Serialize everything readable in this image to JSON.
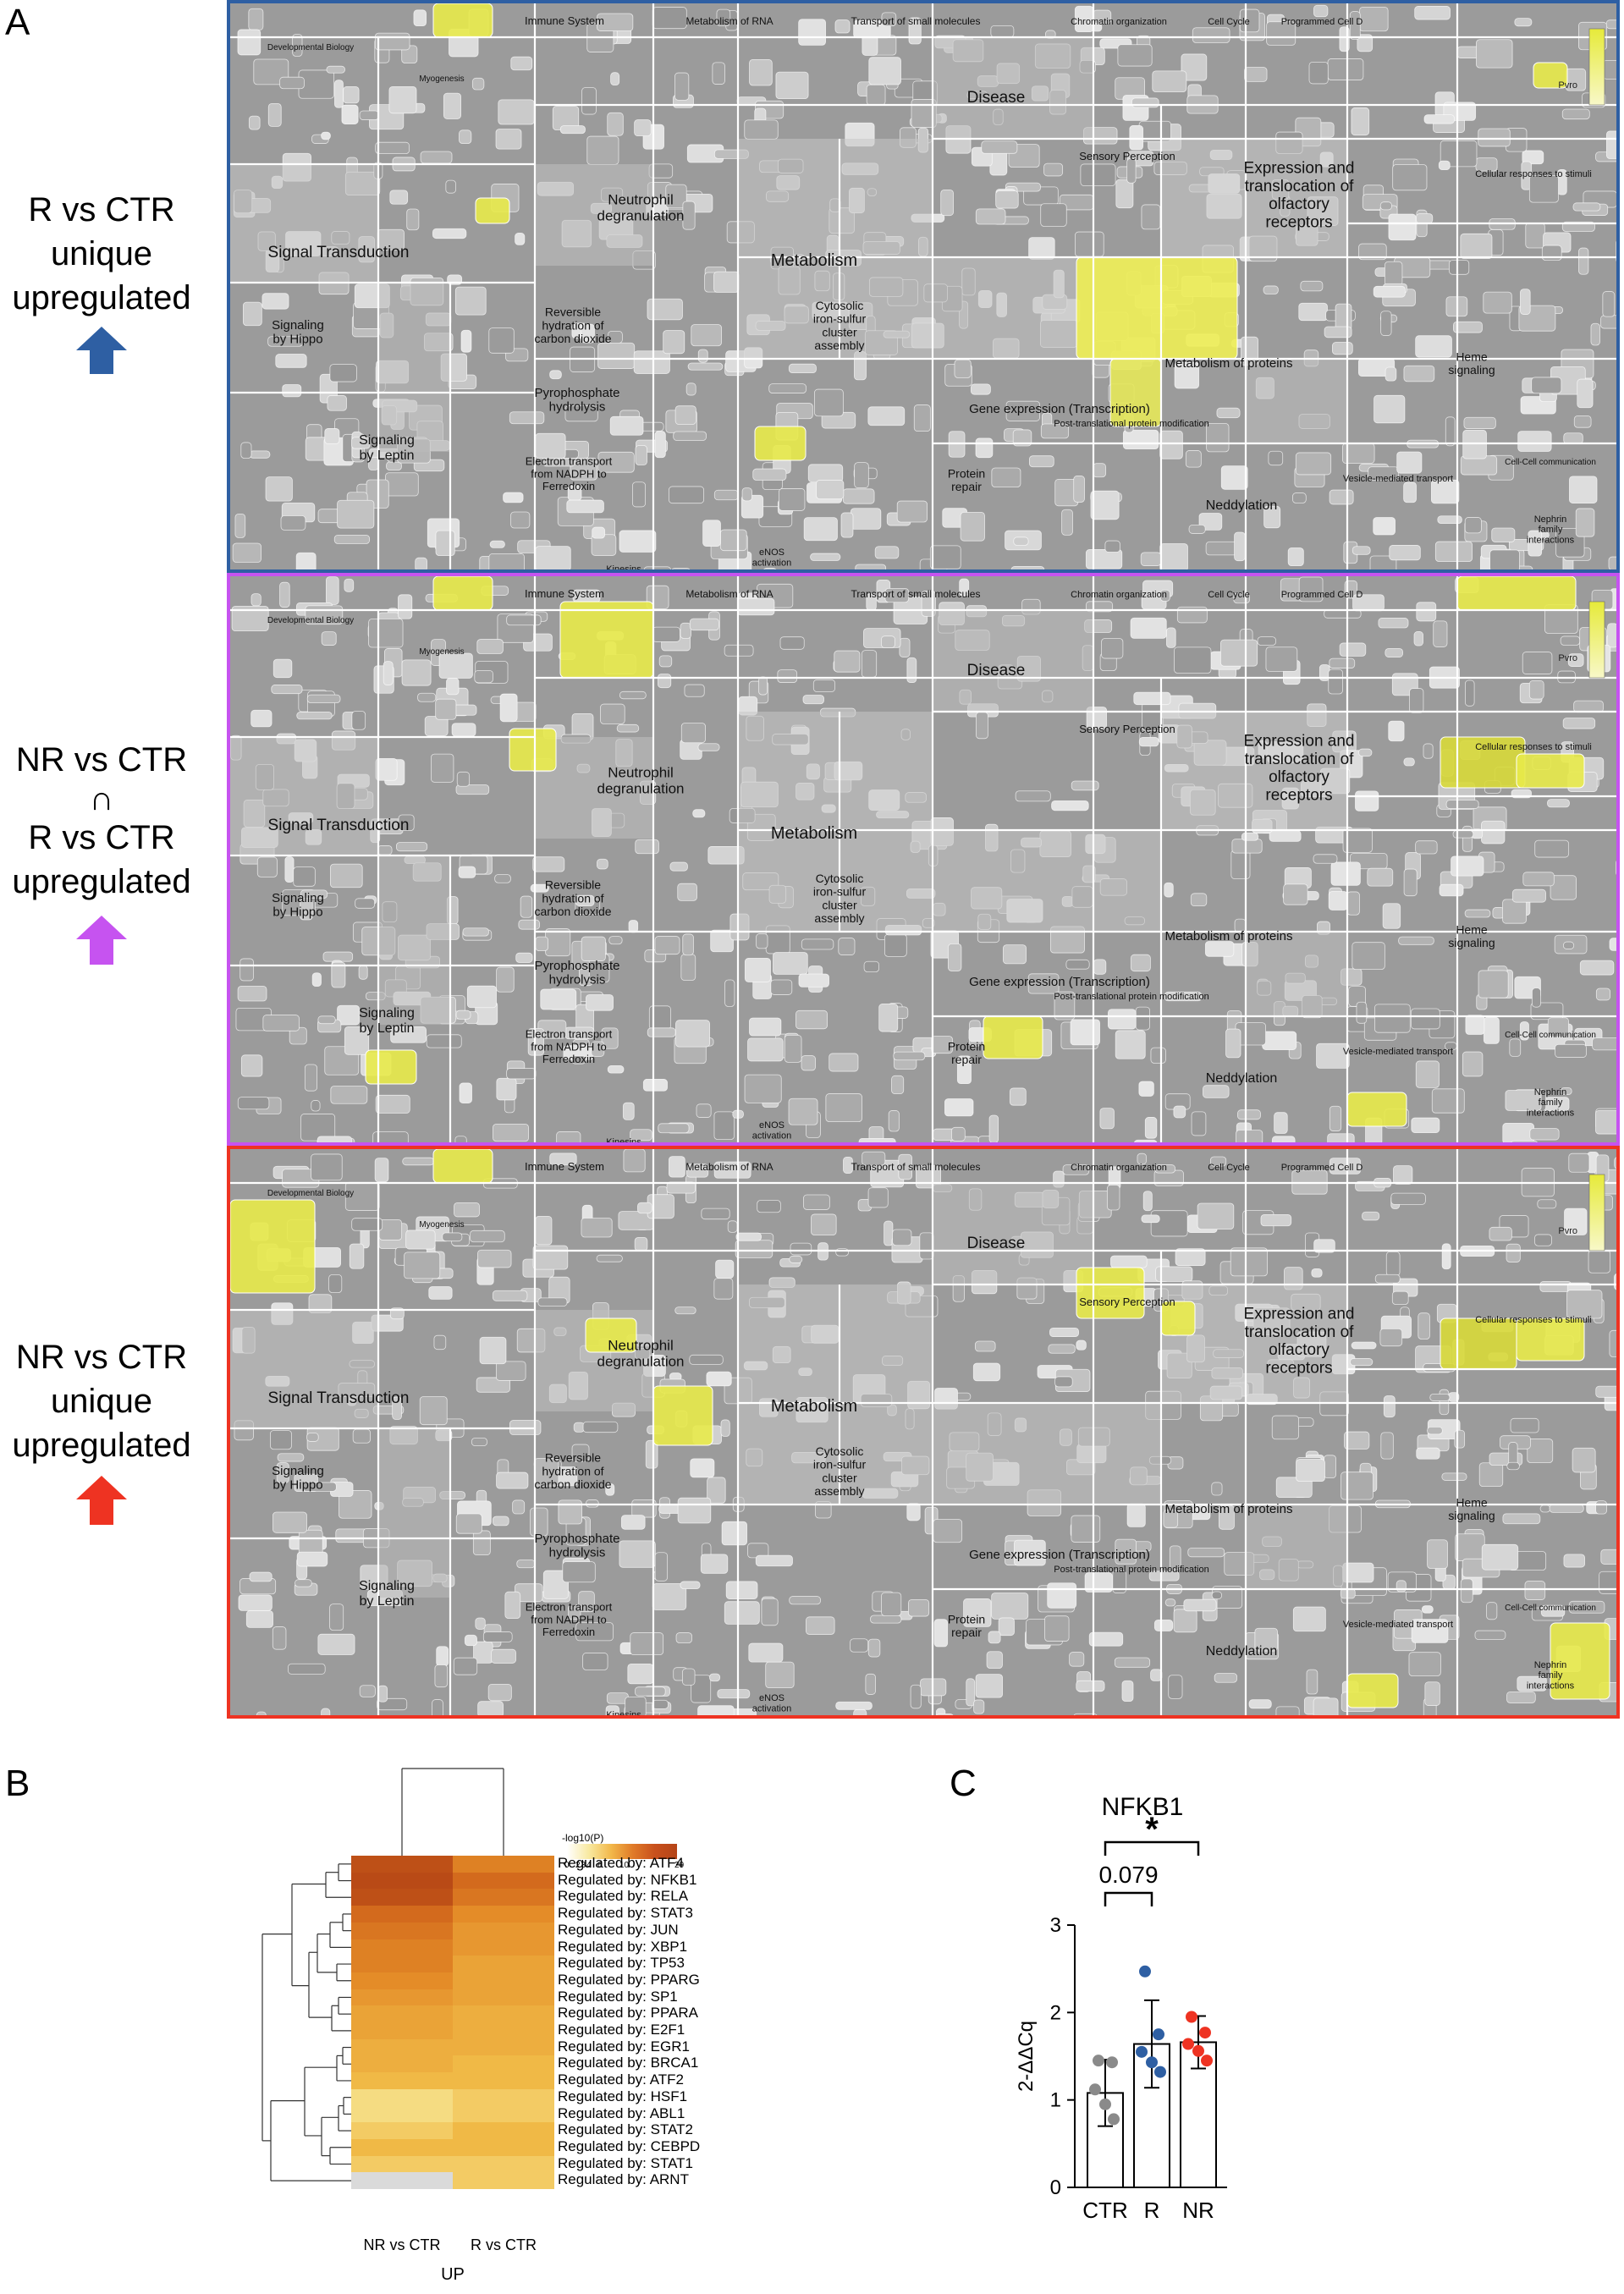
{
  "panel_letters": {
    "a": "A",
    "b": "B",
    "c": "C"
  },
  "panel_a": {
    "row_labels": [
      {
        "lines": [
          "R vs CTR",
          "unique",
          "upregulated"
        ],
        "arrow_color": "#2e5fa3"
      },
      {
        "lines": [
          "NR vs CTR",
          "∩",
          "R vs CTR",
          "upregulated"
        ],
        "arrow_color": "#c653f0"
      },
      {
        "lines": [
          "NR vs CTR",
          "unique",
          "upregulated"
        ],
        "arrow_color": "#ee3322"
      }
    ],
    "border_colors": [
      "#2e5fa3",
      "#c653f0",
      "#ee3322"
    ],
    "legend_label": "Pvro",
    "region_labels": {
      "immune": "Immune System",
      "rna": "Metabolism of RNA",
      "transport": "Transport of small molecules",
      "chromatin": "Chromatin organization",
      "cellcycle": "Cell Cycle",
      "pcd": "Programmed Cell D",
      "devbio": "Developmental Biology",
      "disease": "Disease",
      "sensory": "Sensory Perception",
      "olfactory": [
        "Expression and",
        "translocation of",
        "olfactory",
        "receptors"
      ],
      "neutrophil": [
        "Neutrophil",
        "degranulation"
      ],
      "signal": "Signal Transduction",
      "metabolism": "Metabolism",
      "hippo": [
        "Signaling",
        "by Hippo"
      ],
      "co2": [
        "Reversible",
        "hydration of",
        "carbon dioxide"
      ],
      "iron": [
        "Cytosolic",
        "iron-sulfur",
        "cluster",
        "assembly"
      ],
      "pyro": [
        "Pyrophosphate",
        "hydrolysis"
      ],
      "leptin": [
        "Signaling",
        "by Leptin"
      ],
      "electron": [
        "Electron transport",
        "from NADPH to",
        "Ferredoxin"
      ],
      "gene": "Gene expression (Transcription)",
      "protmet": "Metabolism of proteins",
      "repair": [
        "Protein",
        "repair"
      ],
      "neddylation": "Neddylation",
      "heme": [
        "Heme",
        "signaling"
      ],
      "enos": [
        "eNOS",
        "activation"
      ],
      "kinesins": "Kinesins",
      "cellcell": "Cell-Cell communication",
      "nephrin": [
        "Nephrin",
        "family",
        "interactions"
      ],
      "vesicle": "Vesicle-mediated transport",
      "ptm": "Post-translational protein modification",
      "stress": "Cellular responses to stimuli",
      "myogenesis": "Myogenesis"
    }
  },
  "panel_b": {
    "legend_title": "-log10(P)",
    "legend_ticks": [
      "0",
      "2",
      "3",
      "4",
      "6",
      "10",
      "20"
    ],
    "columns": [
      "NR vs CTR",
      "R vs CTR"
    ],
    "xlabel": "UP",
    "rows": [
      "Regulated by: ATF4",
      "Regulated by: NFKB1",
      "Regulated by: RELA",
      "Regulated by: STAT3",
      "Regulated by: JUN",
      "Regulated by: XBP1",
      "Regulated by: TP53",
      "Regulated by: PPARG",
      "Regulated by: SP1",
      "Regulated by: PPARA",
      "Regulated by: E2F1",
      "Regulated by: EGR1",
      "Regulated by: BRCA1",
      "Regulated by: ATF2",
      "Regulated by: HSF1",
      "Regulated by: ABL1",
      "Regulated by: STAT2",
      "Regulated by: CEBPD",
      "Regulated by: STAT1",
      "Regulated by: ARNT"
    ],
    "values": [
      [
        17,
        11
      ],
      [
        18,
        13
      ],
      [
        17,
        12
      ],
      [
        13,
        10
      ],
      [
        12,
        9
      ],
      [
        11,
        9
      ],
      [
        11,
        8
      ],
      [
        10,
        8
      ],
      [
        9,
        8
      ],
      [
        8,
        7
      ],
      [
        8,
        7
      ],
      [
        7,
        7
      ],
      [
        7,
        6
      ],
      [
        6,
        6
      ],
      [
        4,
        5
      ],
      [
        4,
        5
      ],
      [
        5,
        6
      ],
      [
        6,
        6
      ],
      [
        5,
        5
      ],
      [
        0,
        5
      ]
    ]
  },
  "chart_data": {
    "type": "bar",
    "title": "NFKB1",
    "categories": [
      "CTR",
      "R",
      "NR"
    ],
    "values": [
      1.08,
      1.64,
      1.66
    ],
    "errors": [
      0.38,
      0.5,
      0.3
    ],
    "points": [
      [
        1.45,
        1.43,
        1.12,
        0.95,
        0.78
      ],
      [
        2.47,
        1.75,
        1.55,
        1.43,
        1.32
      ],
      [
        1.95,
        1.77,
        1.64,
        1.56,
        1.45
      ]
    ],
    "point_colors": [
      "#8a8a8a",
      "#2e5fa3",
      "#ee3322"
    ],
    "ylabel": "2-ΔΔCq",
    "ylim": [
      0,
      3
    ],
    "yticks": [
      0,
      1,
      2,
      3
    ],
    "annotations": {
      "r_vs_ctr": "0.079",
      "nr_vs_ctr": "*"
    }
  }
}
